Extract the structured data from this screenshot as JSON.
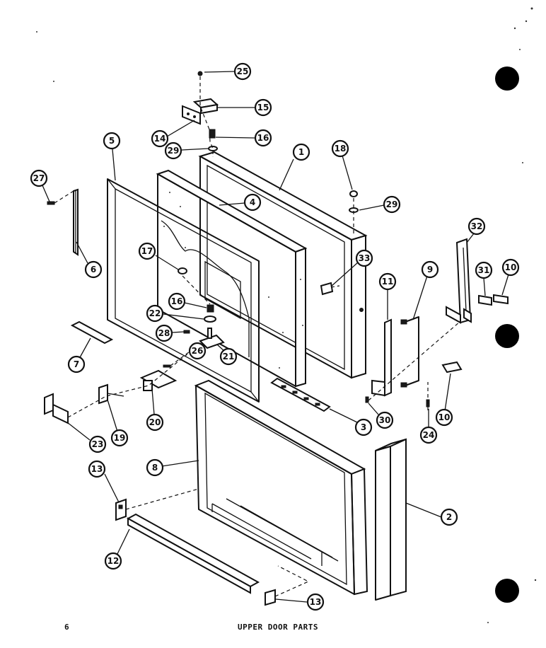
{
  "footer": {
    "page_number": "6",
    "title": "UPPER DOOR PARTS"
  },
  "callouts": [
    "1",
    "2",
    "3",
    "4",
    "5",
    "6",
    "7",
    "8",
    "9",
    "10",
    "10",
    "11",
    "12",
    "13",
    "13",
    "14",
    "15",
    "16",
    "16",
    "17",
    "18",
    "19",
    "20",
    "21",
    "22",
    "23",
    "24",
    "25",
    "26",
    "27",
    "28",
    "29",
    "29",
    "30",
    "31",
    "32",
    "33"
  ],
  "colors": {
    "ink": "#111111",
    "paper": "#ffffff"
  }
}
